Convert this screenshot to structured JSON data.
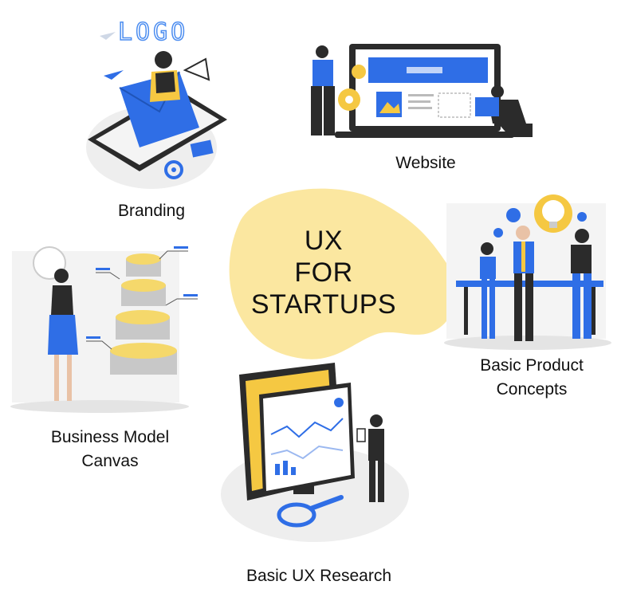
{
  "center": {
    "lines": [
      "UX",
      "FOR",
      "STARTUPS"
    ]
  },
  "nodes": {
    "branding": {
      "label": "Branding",
      "logo_text": "LOGO"
    },
    "website": {
      "label": "Website"
    },
    "business_model": {
      "label_lines": [
        "Business Model",
        "Canvas"
      ]
    },
    "product": {
      "label_lines": [
        "Basic Product",
        "Concepts"
      ]
    },
    "research": {
      "label": "Basic UX Research"
    }
  },
  "colors": {
    "accent": "#2f6ee6",
    "yellow": "#fbe7a0",
    "gold": "#f5c842",
    "dark": "#2b2b2b",
    "shadow": "#e8e8e8"
  }
}
